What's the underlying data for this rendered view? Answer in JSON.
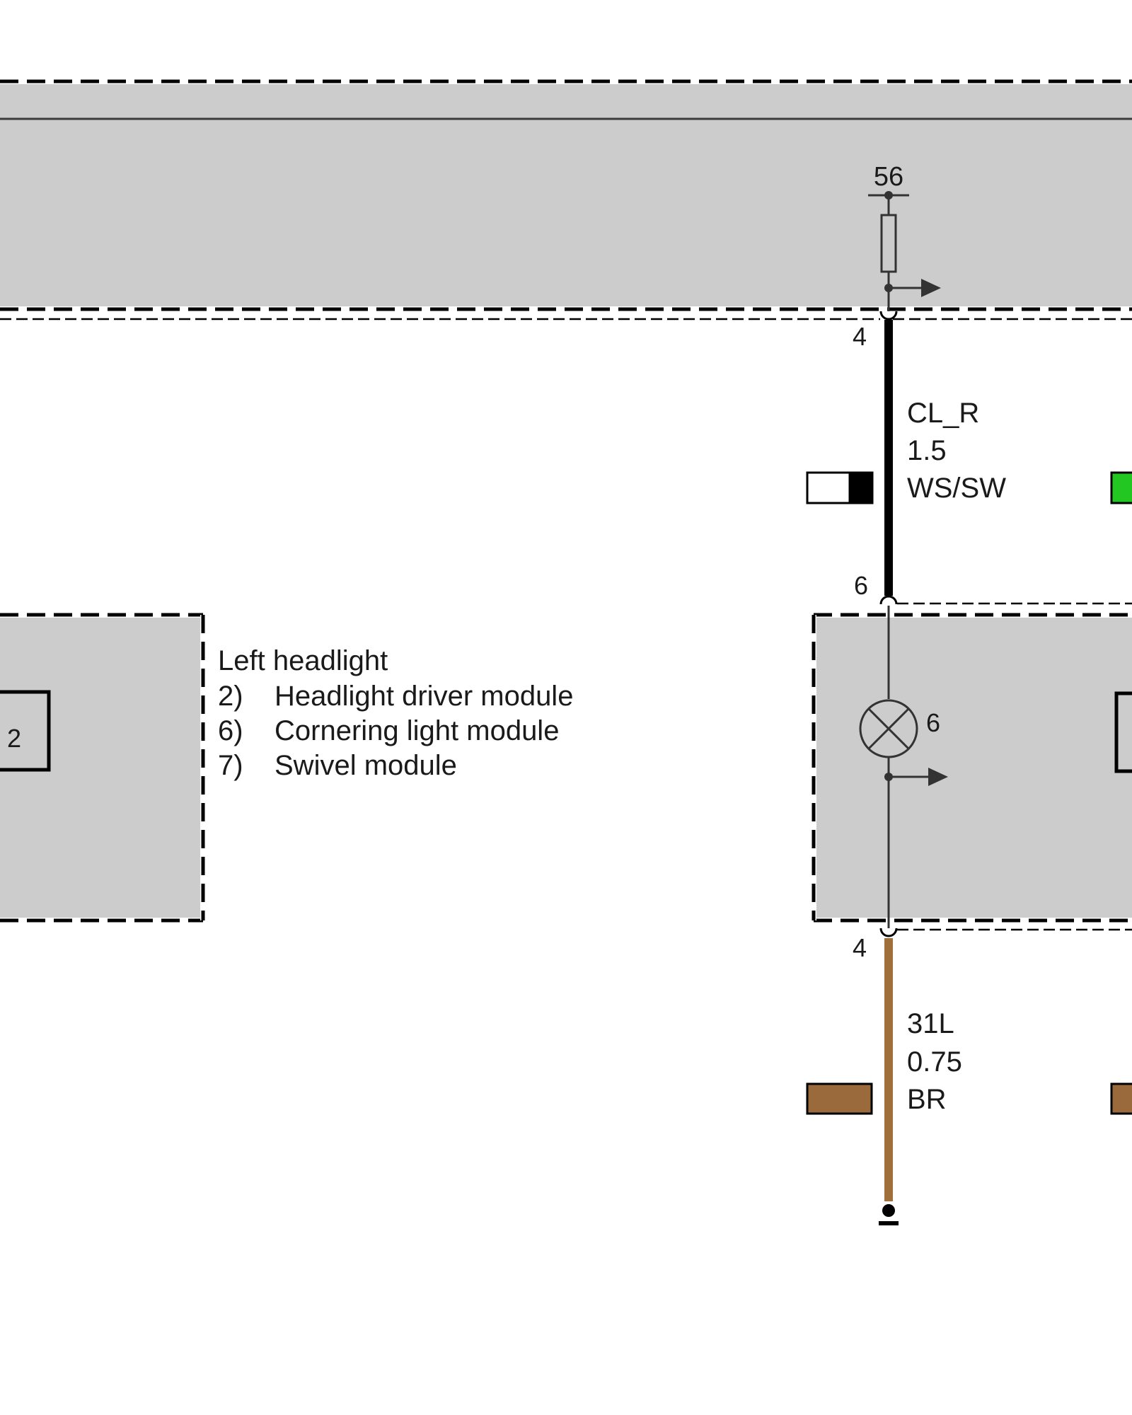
{
  "colors": {
    "module_fill": "#cccccc",
    "wire_ws_sw": "#000000",
    "wire_br": "#a0703a",
    "swatch_green": "#22c722",
    "swatch_brown": "#9a6a3c"
  },
  "top_module": {
    "pin_label": "56",
    "output_pin": "4"
  },
  "wire_cl_r": {
    "name": "CL_R",
    "gauge": "1.5",
    "color_code": "WS/SW"
  },
  "lamp_module": {
    "input_pin": "6",
    "lamp_number": "6",
    "output_pin": "4"
  },
  "left_module": {
    "item_number": "2"
  },
  "legend": {
    "title": "Left headlight",
    "items": [
      {
        "num": "2)",
        "text": "Headlight driver module"
      },
      {
        "num": "6)",
        "text": "Cornering light module"
      },
      {
        "num": "7)",
        "text": "Swivel module"
      }
    ]
  },
  "wire_31l": {
    "name": "31L",
    "gauge": "0.75",
    "color_code": "BR"
  },
  "icons": [
    "resistor-icon",
    "arrow-icon",
    "lamp-icon",
    "ground-icon",
    "connector-icon"
  ]
}
